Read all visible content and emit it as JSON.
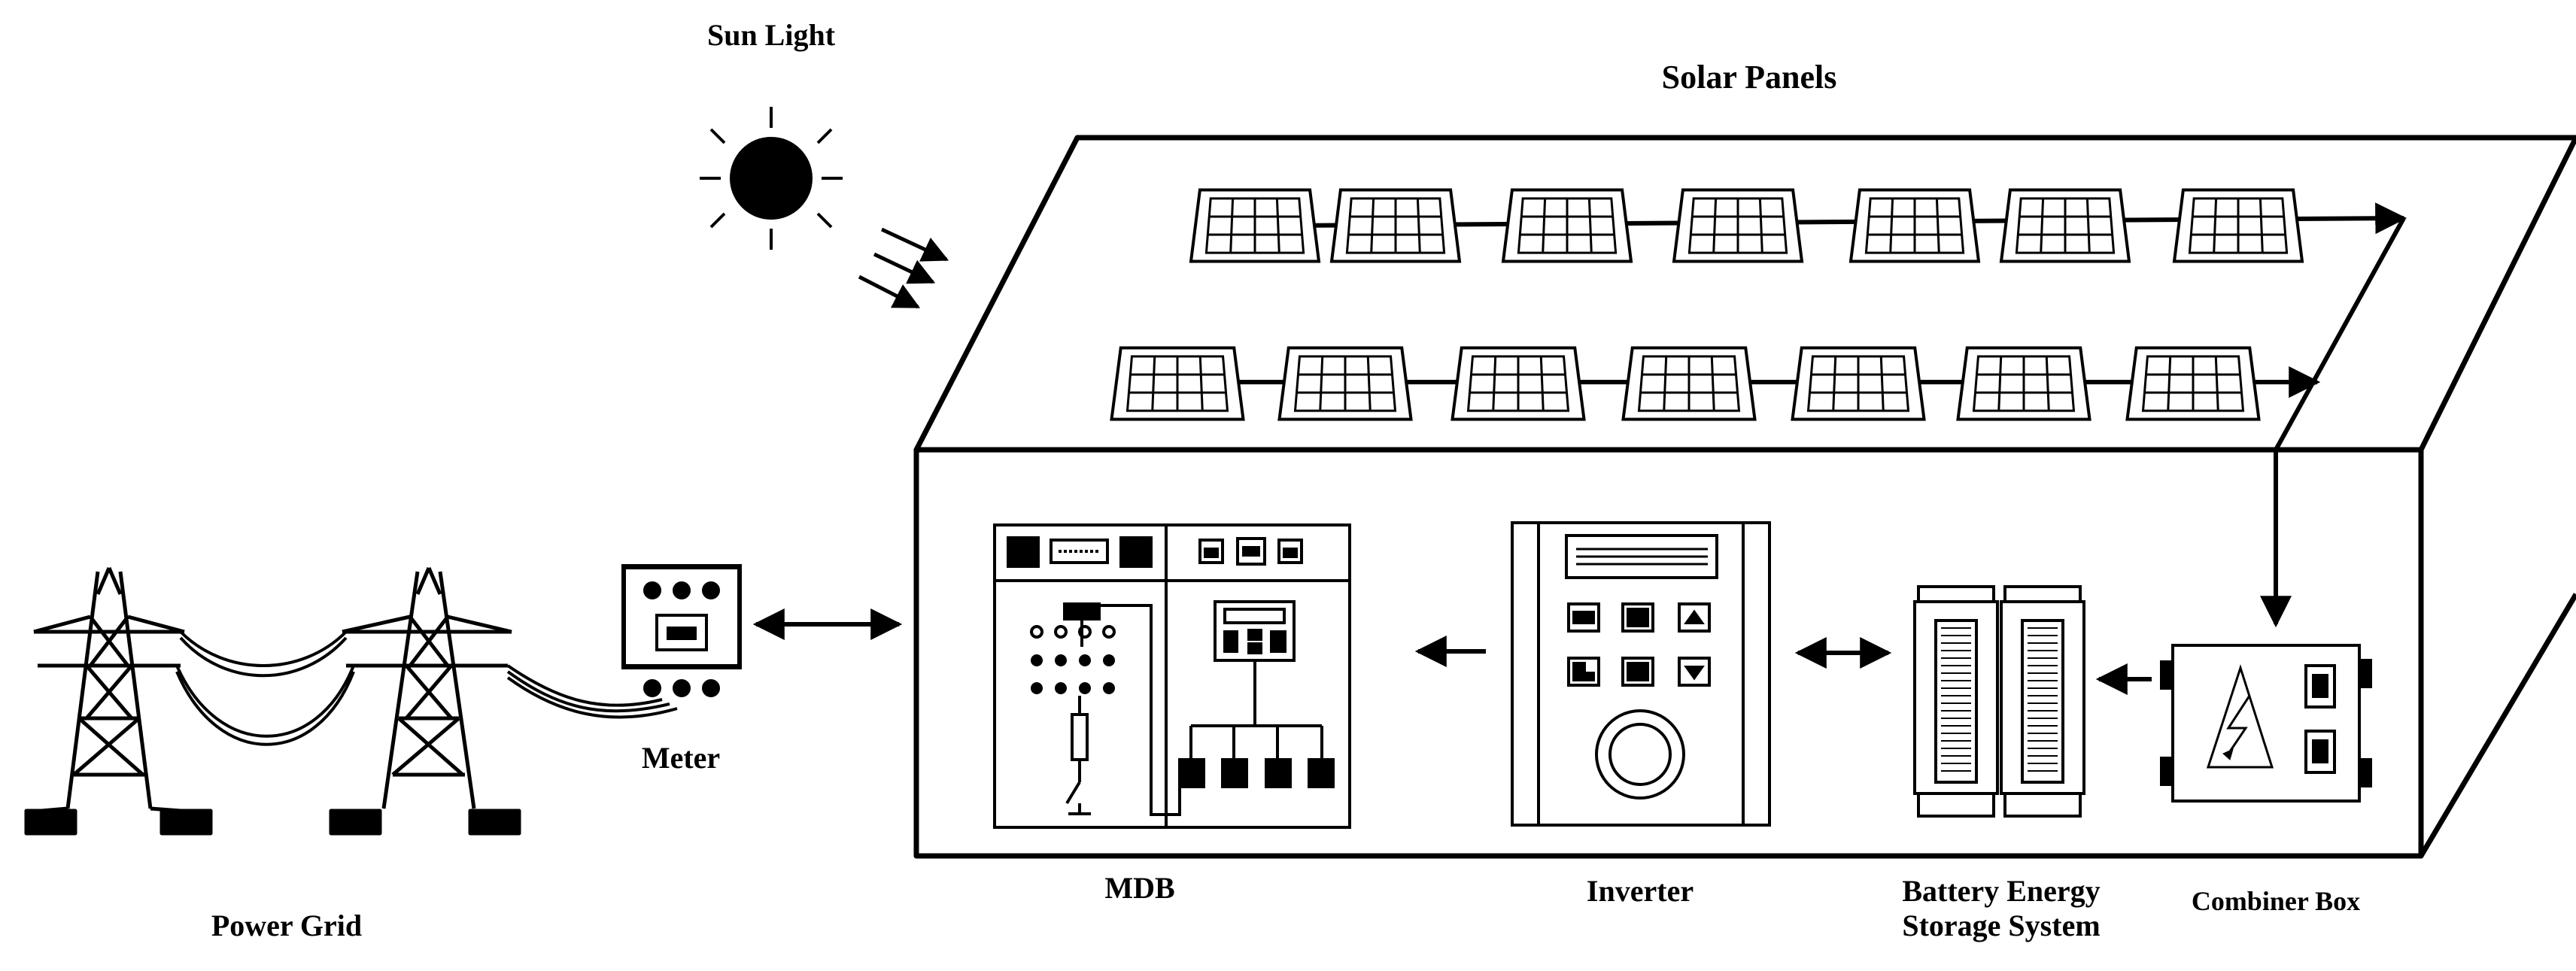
{
  "labels": {
    "sun_light": "Sun Light",
    "solar_panels": "Solar Panels",
    "power_grid": "Power Grid",
    "meter": "Meter",
    "mdb": "MDB",
    "inverter": "Inverter",
    "battery_line1": "Battery Energy",
    "battery_line2": "Storage System",
    "combiner_box": "Combiner Box"
  },
  "panels": {
    "top_row_count": 7,
    "bottom_row_count": 7
  },
  "colors": {
    "line": "#000000",
    "background": "#ffffff"
  }
}
